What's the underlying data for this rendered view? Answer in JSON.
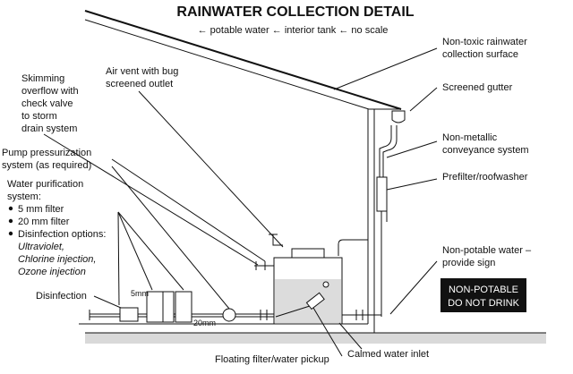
{
  "title": "RAINWATER COLLECTION DETAIL",
  "legend": "← potable water ← interior tank ← no scale",
  "labels": {
    "collection_surface": [
      "Non-toxic rainwater",
      "collection surface"
    ],
    "screened_gutter": "Screened gutter",
    "conveyance": [
      "Non-metallic",
      "conveyance system"
    ],
    "prefilter": "Prefilter/roofwasher",
    "non_potable": [
      "Non-potable water –",
      "provide sign"
    ],
    "calmed_inlet": "Calmed water inlet",
    "floating_filter": "Floating filter/water pickup",
    "skimming": [
      "Skimming",
      "overflow with",
      "check valve",
      "to storm",
      "drain system"
    ],
    "air_vent": [
      "Air vent with bug",
      "screened outlet"
    ],
    "pump": [
      "Pump pressurization",
      "system (as required)"
    ],
    "purification_title": [
      "Water purification",
      "system:"
    ],
    "purification_items": [
      "5 mm filter",
      "20 mm filter",
      "Disinfection options:"
    ],
    "disinfection_options": [
      "Ultraviolet,",
      "Chlorine injection,",
      "Ozone injection"
    ],
    "disinfection": "Disinfection",
    "filter_5mm": "5mm",
    "filter_20mm": "20mm"
  },
  "sign": [
    "NON-POTABLE",
    "DO NOT DRINK"
  ]
}
